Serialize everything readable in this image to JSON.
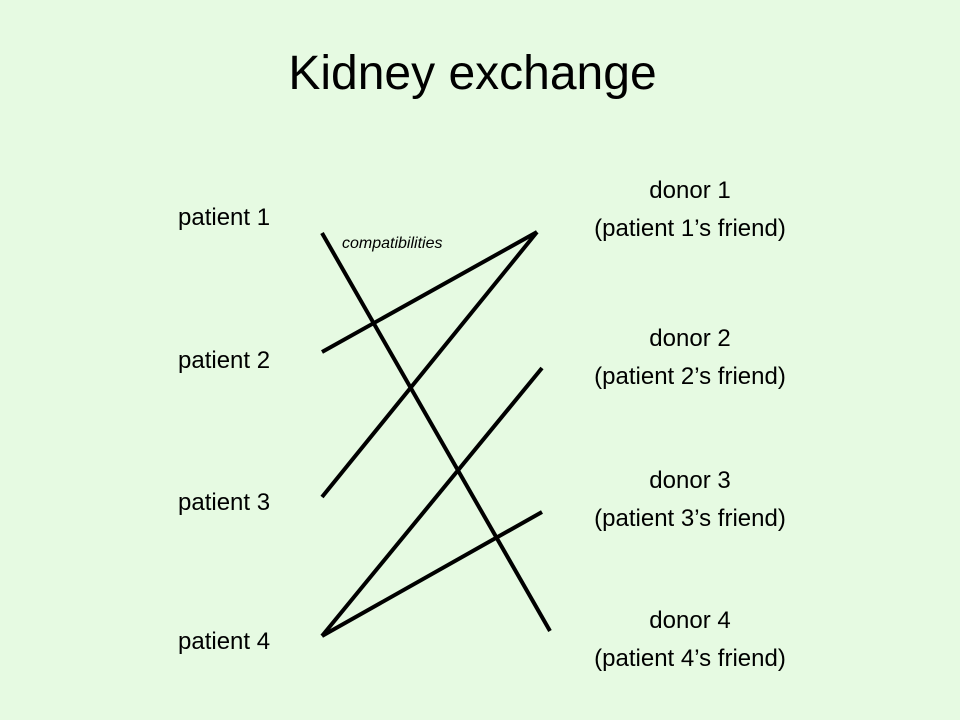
{
  "title": "Kidney exchange",
  "edges_label": "compatibilities",
  "patients": [
    {
      "label": "patient 1"
    },
    {
      "label": "patient 2"
    },
    {
      "label": "patient 3"
    },
    {
      "label": "patient 4"
    }
  ],
  "donors": [
    {
      "label": "donor 1",
      "note": "(patient 1’s friend)"
    },
    {
      "label": "donor 2",
      "note": "(patient 2’s friend)"
    },
    {
      "label": "donor 3",
      "note": "(patient 3’s friend)"
    },
    {
      "label": "donor 4",
      "note": "(patient 4’s friend)"
    }
  ],
  "compatibilities": [
    {
      "patient": 1,
      "donor": 4
    },
    {
      "patient": 2,
      "donor": 1
    },
    {
      "patient": 3,
      "donor": 1
    },
    {
      "patient": 4,
      "donor": 2
    },
    {
      "patient": 4,
      "donor": 3
    }
  ]
}
